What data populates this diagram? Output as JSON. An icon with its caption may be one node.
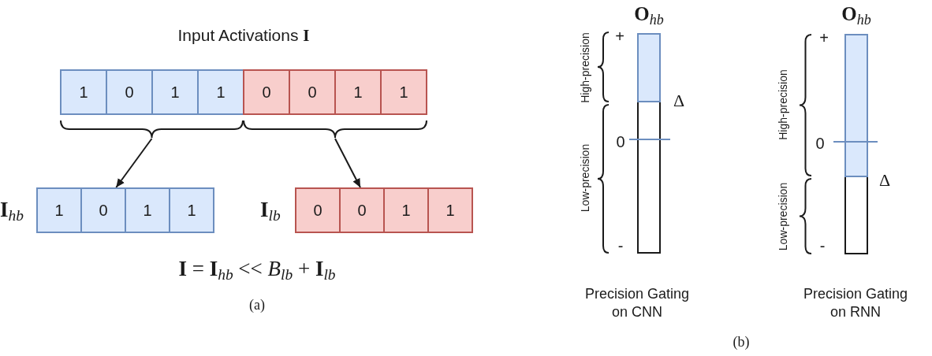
{
  "diagram": {
    "nodes": [
      {
        "text": [
          "Input Activations **I**"
        ]
      },
      {
        "text": [
          "1"
        ],
        "in": 0
      },
      {
        "text": [
          "0"
        ],
        "in": 0
      },
      {
        "text": [
          "1"
        ],
        "in": 0
      },
      {
        "text": [
          "1"
        ],
        "in": 0
      },
      {
        "text": [
          "0"
        ],
        "in": 0
      },
      {
        "text": [
          "0"
        ],
        "in": 0
      },
      {
        "text": [
          "1"
        ],
        "in": 0
      },
      {
        "text": [
          "1"
        ],
        "in": 0
      },
      {
        "text": [],
        "shape": "brace"
      },
      {
        "text": [],
        "shape": "brace"
      },
      {
        "text": [
          "**I**$_{hb}$"
        ]
      },
      {
        "text": [
          "1"
        ],
        "in": 11
      },
      {
        "text": [
          "0"
        ],
        "in": 11
      },
      {
        "text": [
          "1"
        ],
        "in": 11
      },
      {
        "text": [
          "1"
        ],
        "in": 11
      },
      {
        "text": [
          "**I**$_{lb}$"
        ]
      },
      {
        "text": [
          "0"
        ],
        "in": 16
      },
      {
        "text": [
          "0"
        ],
        "in": 16
      },
      {
        "text": [
          "1"
        ],
        "in": 16
      },
      {
        "text": [
          "1"
        ],
        "in": 16
      },
      {
        "text": [
          "**O**$_{hb}$"
        ],
        "beside": [
          "+",
          "Δ",
          "0",
          "-"
        ]
      },
      {
        "text": [
          "**O**$_{hb}$"
        ],
        "beside": [
          "+",
          "0",
          "Δ",
          "-"
        ]
      }
    ],
    "edges": [
      {
        "from": 9,
        "to": 11,
        "arrow": "to"
      },
      {
        "from": 10,
        "to": 16,
        "arrow": "to"
      }
    ],
    "labels": [
      "**I** = **I**$_{hb}$ << *B*$_{lb}$ + **I**$_{lb}$",
      "(a)",
      "High-precision",
      "Low-precision",
      "Precision Gating on CNN",
      "High-precision",
      "Low-precision",
      "Precision Gating on RNN",
      "(b)"
    ]
  }
}
